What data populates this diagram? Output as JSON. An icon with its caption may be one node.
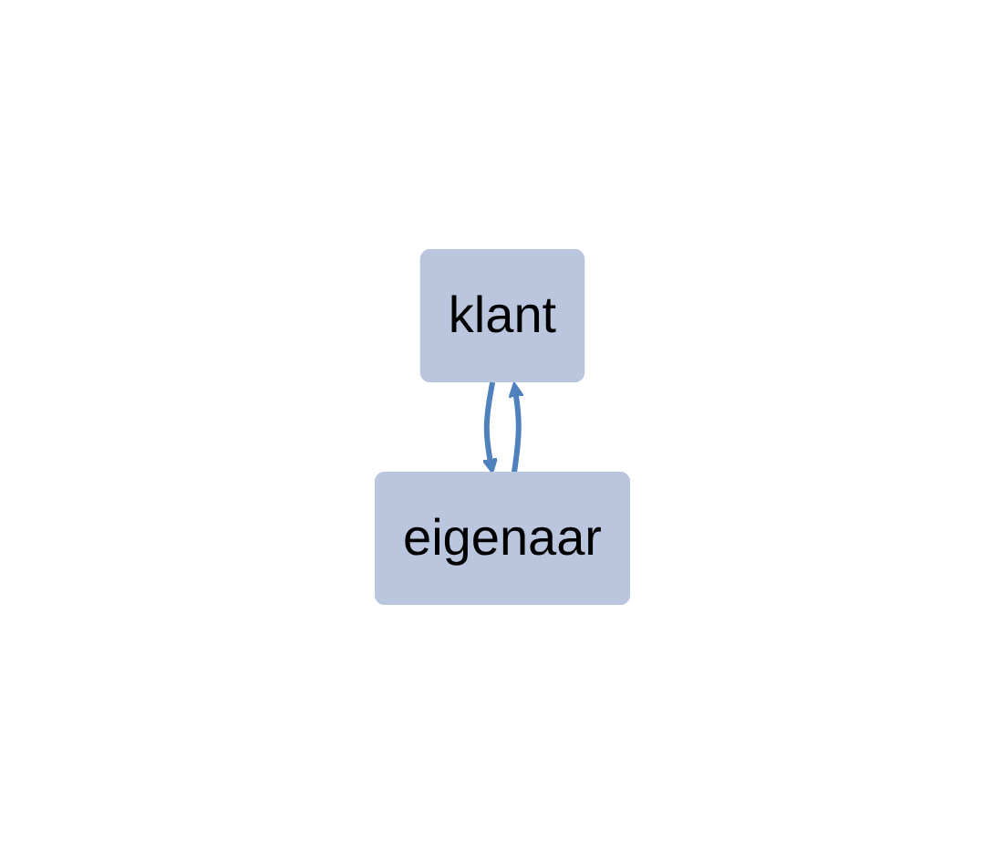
{
  "diagram": {
    "nodes": [
      {
        "text": [
          "klant"
        ]
      },
      {
        "text": [
          "eigenaar"
        ]
      }
    ],
    "edges": [
      {
        "from": 0,
        "to": 1,
        "arrow": "to"
      },
      {
        "from": 1,
        "to": 0,
        "arrow": "to"
      }
    ]
  }
}
